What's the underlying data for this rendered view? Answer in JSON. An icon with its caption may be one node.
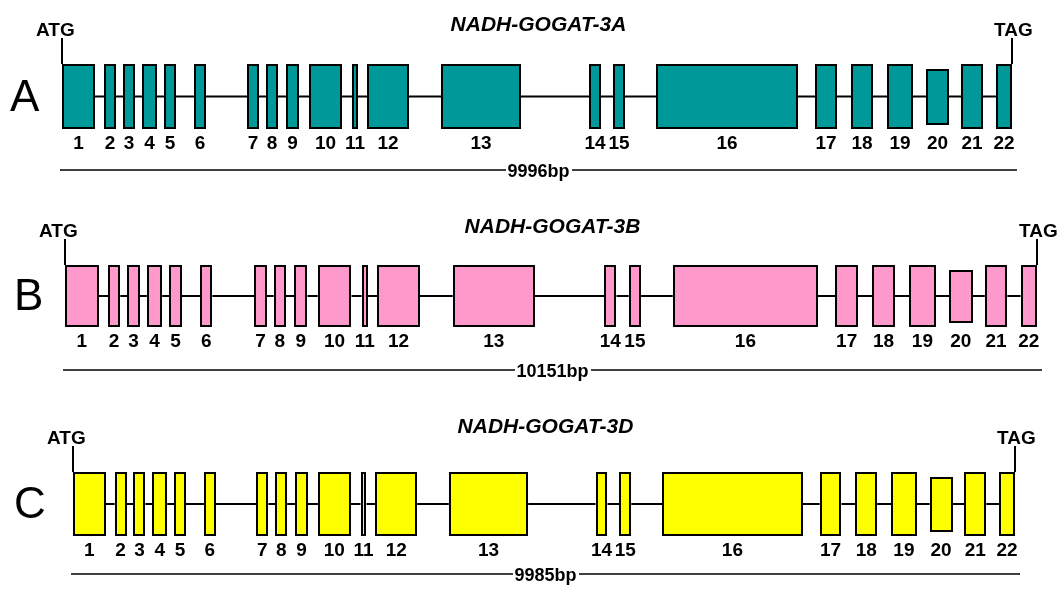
{
  "diagram": {
    "nodes": [
      {
        "text": [],
        "shape": "box",
        "beside": [
          "1",
          "ATG"
        ]
      },
      {
        "text": [],
        "shape": "box",
        "beside": [
          "2"
        ]
      },
      {
        "text": [],
        "shape": "box",
        "beside": [
          "3"
        ]
      },
      {
        "text": [],
        "shape": "box",
        "beside": [
          "4"
        ]
      },
      {
        "text": [],
        "shape": "box",
        "beside": [
          "5"
        ]
      },
      {
        "text": [],
        "shape": "box",
        "beside": [
          "6"
        ]
      },
      {
        "text": [],
        "shape": "box",
        "beside": [
          "7"
        ]
      },
      {
        "text": [],
        "shape": "box",
        "beside": [
          "8"
        ]
      },
      {
        "text": [],
        "shape": "box",
        "beside": [
          "9"
        ]
      },
      {
        "text": [],
        "shape": "box",
        "beside": [
          "10"
        ]
      },
      {
        "text": [],
        "shape": "box",
        "beside": [
          "11"
        ]
      },
      {
        "text": [],
        "shape": "box",
        "beside": [
          "12"
        ]
      },
      {
        "text": [],
        "shape": "box",
        "beside": [
          "13"
        ]
      },
      {
        "text": [],
        "shape": "box",
        "beside": [
          "14"
        ]
      },
      {
        "text": [],
        "shape": "box",
        "beside": [
          "15"
        ]
      },
      {
        "text": [],
        "shape": "box",
        "beside": [
          "16"
        ]
      },
      {
        "text": [],
        "shape": "box",
        "beside": [
          "17"
        ]
      },
      {
        "text": [],
        "shape": "box",
        "beside": [
          "18"
        ]
      },
      {
        "text": [],
        "shape": "box",
        "beside": [
          "19"
        ]
      },
      {
        "text": [],
        "shape": "box",
        "beside": [
          "20"
        ]
      },
      {
        "text": [],
        "shape": "box",
        "beside": [
          "21"
        ]
      },
      {
        "text": [],
        "shape": "box",
        "beside": [
          "22",
          "TAG"
        ]
      },
      {
        "text": [],
        "shape": "box",
        "beside": [
          "1",
          "ATG"
        ]
      },
      {
        "text": [],
        "shape": "box",
        "beside": [
          "2"
        ]
      },
      {
        "text": [],
        "shape": "box",
        "beside": [
          "3"
        ]
      },
      {
        "text": [],
        "shape": "box",
        "beside": [
          "4"
        ]
      },
      {
        "text": [],
        "shape": "box",
        "beside": [
          "5"
        ]
      },
      {
        "text": [],
        "shape": "box",
        "beside": [
          "6"
        ]
      },
      {
        "text": [],
        "shape": "box",
        "beside": [
          "7"
        ]
      },
      {
        "text": [],
        "shape": "box",
        "beside": [
          "8"
        ]
      },
      {
        "text": [],
        "shape": "box",
        "beside": [
          "9"
        ]
      },
      {
        "text": [],
        "shape": "box",
        "beside": [
          "10"
        ]
      },
      {
        "text": [],
        "shape": "box",
        "beside": [
          "11"
        ]
      },
      {
        "text": [],
        "shape": "box",
        "beside": [
          "12"
        ]
      },
      {
        "text": [],
        "shape": "box",
        "beside": [
          "13"
        ]
      },
      {
        "text": [],
        "shape": "box",
        "beside": [
          "14"
        ]
      },
      {
        "text": [],
        "shape": "box",
        "beside": [
          "15"
        ]
      },
      {
        "text": [],
        "shape": "box",
        "beside": [
          "16"
        ]
      },
      {
        "text": [],
        "shape": "box",
        "beside": [
          "17"
        ]
      },
      {
        "text": [],
        "shape": "box",
        "beside": [
          "18"
        ]
      },
      {
        "text": [],
        "shape": "box",
        "beside": [
          "19"
        ]
      },
      {
        "text": [],
        "shape": "box",
        "beside": [
          "20"
        ]
      },
      {
        "text": [],
        "shape": "box",
        "beside": [
          "21"
        ]
      },
      {
        "text": [],
        "shape": "box",
        "beside": [
          "22",
          "TAG"
        ]
      },
      {
        "text": [],
        "shape": "box",
        "beside": [
          "1",
          "ATG"
        ]
      },
      {
        "text": [],
        "shape": "box",
        "beside": [
          "2"
        ]
      },
      {
        "text": [],
        "shape": "box",
        "beside": [
          "3"
        ]
      },
      {
        "text": [],
        "shape": "box",
        "beside": [
          "4"
        ]
      },
      {
        "text": [],
        "shape": "box",
        "beside": [
          "5"
        ]
      },
      {
        "text": [],
        "shape": "box",
        "beside": [
          "6"
        ]
      },
      {
        "text": [],
        "shape": "box",
        "beside": [
          "7"
        ]
      },
      {
        "text": [],
        "shape": "box",
        "beside": [
          "8"
        ]
      },
      {
        "text": [],
        "shape": "box",
        "beside": [
          "9"
        ]
      },
      {
        "text": [],
        "shape": "box",
        "beside": [
          "10"
        ]
      },
      {
        "text": [],
        "shape": "box",
        "beside": [
          "11"
        ]
      },
      {
        "text": [],
        "shape": "box",
        "beside": [
          "12"
        ]
      },
      {
        "text": [],
        "shape": "box",
        "beside": [
          "13"
        ]
      },
      {
        "text": [],
        "shape": "box",
        "beside": [
          "14"
        ]
      },
      {
        "text": [],
        "shape": "box",
        "beside": [
          "15"
        ]
      },
      {
        "text": [],
        "shape": "box",
        "beside": [
          "16"
        ]
      },
      {
        "text": [],
        "shape": "box",
        "beside": [
          "17"
        ]
      },
      {
        "text": [],
        "shape": "box",
        "beside": [
          "18"
        ]
      },
      {
        "text": [],
        "shape": "box",
        "beside": [
          "19"
        ]
      },
      {
        "text": [],
        "shape": "box",
        "beside": [
          "20"
        ]
      },
      {
        "text": [],
        "shape": "box",
        "beside": [
          "21"
        ]
      },
      {
        "text": [],
        "shape": "box",
        "beside": [
          "22",
          "TAG"
        ]
      }
    ],
    "edges": [
      {
        "from": 0,
        "to": 1,
        "arrow": "none"
      },
      {
        "from": 1,
        "to": 2,
        "arrow": "none"
      },
      {
        "from": 2,
        "to": 3,
        "arrow": "none"
      },
      {
        "from": 3,
        "to": 4,
        "arrow": "none"
      },
      {
        "from": 4,
        "to": 5,
        "arrow": "none"
      },
      {
        "from": 5,
        "to": 6,
        "arrow": "none"
      },
      {
        "from": 6,
        "to": 7,
        "arrow": "none"
      },
      {
        "from": 7,
        "to": 8,
        "arrow": "none"
      },
      {
        "from": 8,
        "to": 9,
        "arrow": "none"
      },
      {
        "from": 9,
        "to": 10,
        "arrow": "none"
      },
      {
        "from": 10,
        "to": 11,
        "arrow": "none"
      },
      {
        "from": 11,
        "to": 12,
        "arrow": "none"
      },
      {
        "from": 12,
        "to": 13,
        "arrow": "none"
      },
      {
        "from": 13,
        "to": 14,
        "arrow": "none"
      },
      {
        "from": 14,
        "to": 15,
        "arrow": "none"
      },
      {
        "from": 15,
        "to": 16,
        "arrow": "none"
      },
      {
        "from": 16,
        "to": 17,
        "arrow": "none"
      },
      {
        "from": 17,
        "to": 18,
        "arrow": "none"
      },
      {
        "from": 18,
        "to": 19,
        "arrow": "none"
      },
      {
        "from": 19,
        "to": 20,
        "arrow": "none"
      },
      {
        "from": 20,
        "to": 21,
        "arrow": "none"
      },
      {
        "from": 22,
        "to": 23,
        "arrow": "none"
      },
      {
        "from": 23,
        "to": 24,
        "arrow": "none"
      },
      {
        "from": 24,
        "to": 25,
        "arrow": "none"
      },
      {
        "from": 25,
        "to": 26,
        "arrow": "none"
      },
      {
        "from": 26,
        "to": 27,
        "arrow": "none"
      },
      {
        "from": 27,
        "to": 28,
        "arrow": "none"
      },
      {
        "from": 28,
        "to": 29,
        "arrow": "none"
      },
      {
        "from": 29,
        "to": 30,
        "arrow": "none"
      },
      {
        "from": 30,
        "to": 31,
        "arrow": "none"
      },
      {
        "from": 31,
        "to": 32,
        "arrow": "none"
      },
      {
        "from": 32,
        "to": 33,
        "arrow": "none"
      },
      {
        "from": 33,
        "to": 34,
        "arrow": "none"
      },
      {
        "from": 34,
        "to": 35,
        "arrow": "none"
      },
      {
        "from": 35,
        "to": 36,
        "arrow": "none"
      },
      {
        "from": 36,
        "to": 37,
        "arrow": "none"
      },
      {
        "from": 37,
        "to": 38,
        "arrow": "none"
      },
      {
        "from": 38,
        "to": 39,
        "arrow": "none"
      },
      {
        "from": 39,
        "to": 40,
        "arrow": "none"
      },
      {
        "from": 40,
        "to": 41,
        "arrow": "none"
      },
      {
        "from": 41,
        "to": 42,
        "arrow": "none"
      },
      {
        "from": 42,
        "to": 43,
        "arrow": "none"
      },
      {
        "from": 44,
        "to": 45,
        "arrow": "none"
      },
      {
        "from": 45,
        "to": 46,
        "arrow": "none"
      },
      {
        "from": 46,
        "to": 47,
        "arrow": "none"
      },
      {
        "from": 47,
        "to": 48,
        "arrow": "none"
      },
      {
        "from": 48,
        "to": 49,
        "arrow": "none"
      },
      {
        "from": 49,
        "to": 50,
        "arrow": "none"
      },
      {
        "from": 50,
        "to": 51,
        "arrow": "none"
      },
      {
        "from": 51,
        "to": 52,
        "arrow": "none"
      },
      {
        "from": 52,
        "to": 53,
        "arrow": "none"
      },
      {
        "from": 53,
        "to": 54,
        "arrow": "none"
      },
      {
        "from": 54,
        "to": 55,
        "arrow": "none"
      },
      {
        "from": 55,
        "to": 56,
        "arrow": "none"
      },
      {
        "from": 56,
        "to": 57,
        "arrow": "none"
      },
      {
        "from": 57,
        "to": 58,
        "arrow": "none"
      },
      {
        "from": 58,
        "to": 59,
        "arrow": "none"
      },
      {
        "from": 59,
        "to": 60,
        "arrow": "none"
      },
      {
        "from": 60,
        "to": 61,
        "arrow": "none"
      },
      {
        "from": 61,
        "to": 62,
        "arrow": "none"
      },
      {
        "from": 62,
        "to": 63,
        "arrow": "none"
      },
      {
        "from": 63,
        "to": 64,
        "arrow": "none"
      },
      {
        "from": 64,
        "to": 65,
        "arrow": "none"
      }
    ],
    "labels": [
      "NADH-GOGAT-3A",
      "A",
      "9996bp",
      "NADH-GOGAT-3B",
      "B",
      "10151bp",
      "NADH-GOGAT-3D",
      "C",
      "9985bp"
    ]
  }
}
